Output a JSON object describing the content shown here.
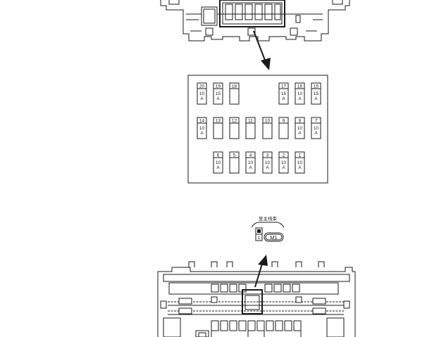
{
  "fuses": [
    {
      "no": "20",
      "amp": [
        "10",
        "A"
      ]
    },
    {
      "no": "19",
      "amp": [
        "15",
        "A"
      ]
    },
    {
      "no": "18",
      "amp": []
    },
    {
      "no": "17",
      "amp": [
        "15",
        "A"
      ]
    },
    {
      "no": "16",
      "amp": [
        "10",
        "A"
      ]
    },
    {
      "no": "15",
      "amp": [
        "15",
        "A"
      ]
    },
    {
      "no": "14",
      "amp": [
        "10",
        "A"
      ]
    },
    {
      "no": "13",
      "amp": []
    },
    {
      "no": "12",
      "amp": []
    },
    {
      "no": "11",
      "amp": []
    },
    {
      "no": "10",
      "amp": []
    },
    {
      "no": "9",
      "amp": []
    },
    {
      "no": "8",
      "amp": [
        "10",
        "A"
      ]
    },
    {
      "no": "7",
      "amp": [
        "10",
        "A"
      ]
    },
    {
      "no": "6",
      "amp": [
        "10",
        "A"
      ]
    },
    {
      "no": "5",
      "amp": []
    },
    {
      "no": "4",
      "amp": [
        "10",
        "A"
      ]
    },
    {
      "no": "3",
      "amp": [
        "10",
        "A"
      ]
    },
    {
      "no": "2",
      "amp": [
        "10",
        "A"
      ]
    },
    {
      "no": "1",
      "amp": [
        "10",
        "A"
      ]
    }
  ],
  "connector": {
    "caption": "至主线束",
    "pin": "1",
    "name": "M1"
  }
}
